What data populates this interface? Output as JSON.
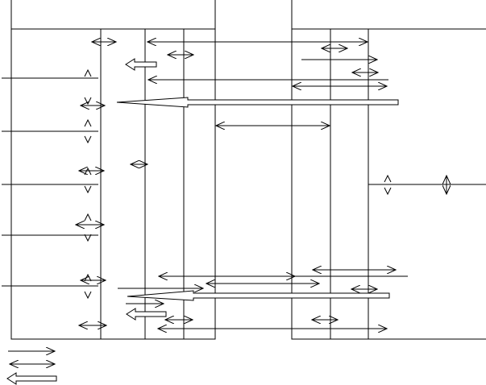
{
  "diagram": {
    "kind": "sequence-flow",
    "text_labels": [],
    "line_color": "#000000",
    "background_color": "#ffffff",
    "legend": [
      {
        "name": "single-arrow",
        "icon": "right-arrow-icon"
      },
      {
        "name": "double-arrow",
        "icon": "double-headed-arrow-icon"
      },
      {
        "name": "block-arrow",
        "icon": "hollow-block-arrow-icon"
      }
    ]
  }
}
